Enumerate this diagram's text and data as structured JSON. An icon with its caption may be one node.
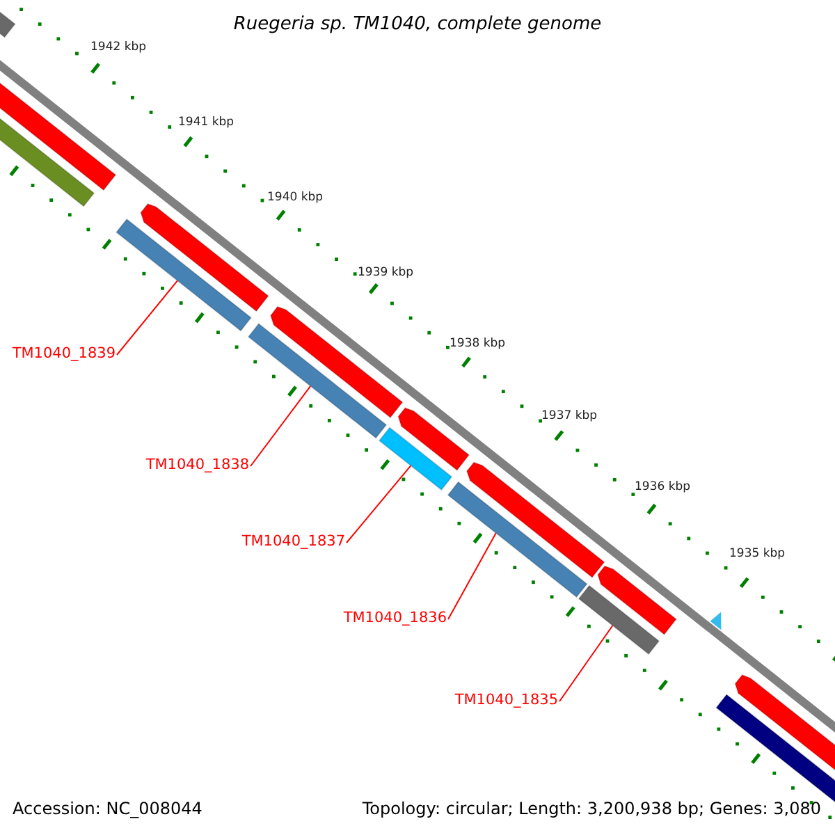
{
  "diagram": {
    "title": "Ruegeria sp. TM1040, complete genome",
    "nodes": [
      {
        "text": [],
        "shape": "bar"
      },
      {
        "text": [
          "TM1040_1839"
        ]
      },
      {
        "text": [],
        "shape": "bar"
      },
      {
        "text": [
          "TM1040_1838"
        ]
      },
      {
        "text": [],
        "shape": "bar"
      },
      {
        "text": [
          "TM1040_1837"
        ]
      },
      {
        "text": [],
        "shape": "bar"
      },
      {
        "text": [
          "TM1040_1836"
        ]
      },
      {
        "text": [],
        "shape": "bar"
      },
      {
        "text": [
          "TM1040_1835"
        ]
      }
    ],
    "edges": [
      {
        "from": 1,
        "to": 0,
        "arrow": "none"
      },
      {
        "from": 3,
        "to": 2,
        "arrow": "none"
      },
      {
        "from": 5,
        "to": 4,
        "arrow": "none"
      },
      {
        "from": 7,
        "to": 6,
        "arrow": "none"
      },
      {
        "from": 9,
        "to": 8,
        "arrow": "none"
      }
    ],
    "labels": [
      "1942 kbp",
      "1941 kbp",
      "1940 kbp",
      "1939 kbp",
      "1938 kbp",
      "1937 kbp",
      "1936 kbp",
      "1935 kbp",
      "Accession: NC_008044",
      "Topology: circular; Length: 3,200,938 bp; Genes: 3,080"
    ]
  }
}
